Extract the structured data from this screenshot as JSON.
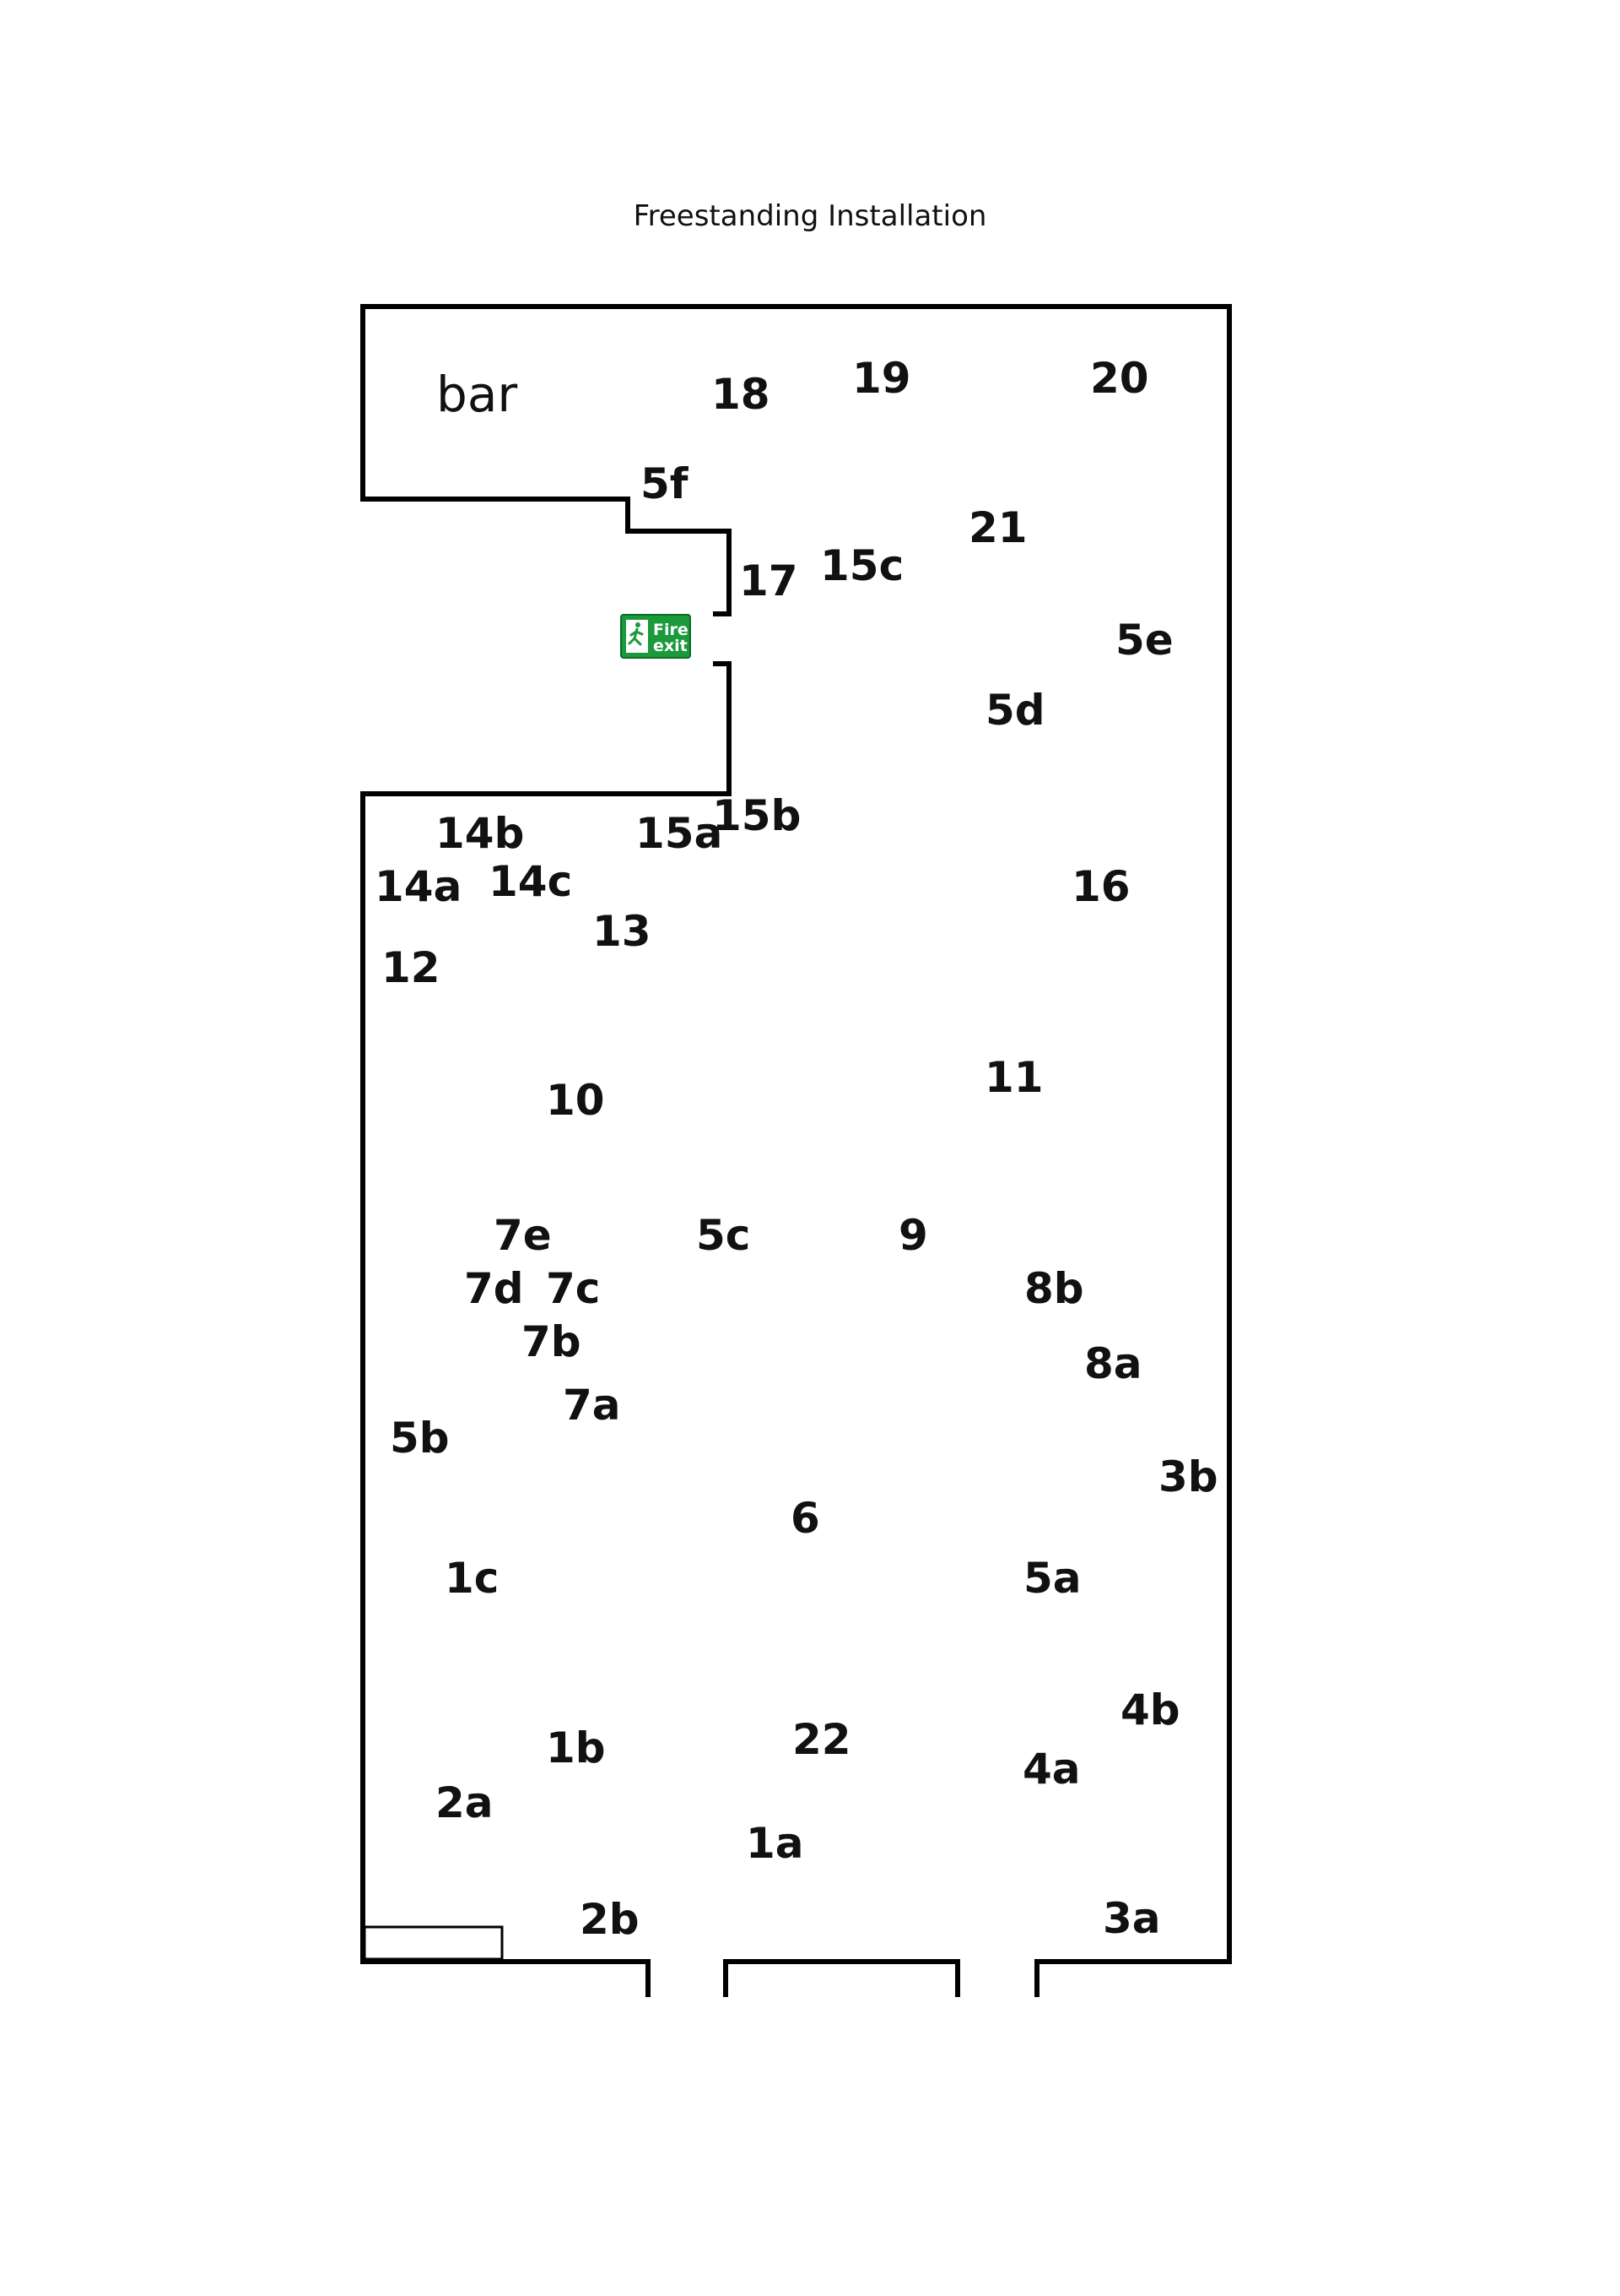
{
  "title": "Freestanding Installation",
  "room": {
    "name": "bar"
  },
  "fire_exit": {
    "line1": "Fire",
    "line2": "exit",
    "color": "#1a9a3a"
  },
  "positions": [
    {
      "id": "p-18",
      "label": "18"
    },
    {
      "id": "p-19",
      "label": "19"
    },
    {
      "id": "p-20",
      "label": "20"
    },
    {
      "id": "p-5f",
      "label": "5f"
    },
    {
      "id": "p-21",
      "label": "21"
    },
    {
      "id": "p-17",
      "label": "17"
    },
    {
      "id": "p-15c",
      "label": "15c"
    },
    {
      "id": "p-5e",
      "label": "5e"
    },
    {
      "id": "p-5d",
      "label": "5d"
    },
    {
      "id": "p-15b",
      "label": "15b"
    },
    {
      "id": "p-14b",
      "label": "14b"
    },
    {
      "id": "p-15a",
      "label": "15a"
    },
    {
      "id": "p-14a",
      "label": "14a"
    },
    {
      "id": "p-14c",
      "label": "14c"
    },
    {
      "id": "p-16",
      "label": "16"
    },
    {
      "id": "p-13",
      "label": "13"
    },
    {
      "id": "p-12",
      "label": "12"
    },
    {
      "id": "p-11",
      "label": "11"
    },
    {
      "id": "p-10",
      "label": "10"
    },
    {
      "id": "p-7e",
      "label": "7e"
    },
    {
      "id": "p-5c",
      "label": "5c"
    },
    {
      "id": "p-9",
      "label": "9"
    },
    {
      "id": "p-7d",
      "label": "7d"
    },
    {
      "id": "p-7c",
      "label": "7c"
    },
    {
      "id": "p-8b",
      "label": "8b"
    },
    {
      "id": "p-7b",
      "label": "7b"
    },
    {
      "id": "p-8a",
      "label": "8a"
    },
    {
      "id": "p-7a",
      "label": "7a"
    },
    {
      "id": "p-5b",
      "label": "5b"
    },
    {
      "id": "p-3b",
      "label": "3b"
    },
    {
      "id": "p-6",
      "label": "6"
    },
    {
      "id": "p-1c",
      "label": "1c"
    },
    {
      "id": "p-5a",
      "label": "5a"
    },
    {
      "id": "p-4b",
      "label": "4b"
    },
    {
      "id": "p-1b",
      "label": "1b"
    },
    {
      "id": "p-22",
      "label": "22"
    },
    {
      "id": "p-4a",
      "label": "4a"
    },
    {
      "id": "p-2a",
      "label": "2a"
    },
    {
      "id": "p-1a",
      "label": "1a"
    },
    {
      "id": "p-2b",
      "label": "2b"
    },
    {
      "id": "p-3a",
      "label": "3a"
    }
  ]
}
